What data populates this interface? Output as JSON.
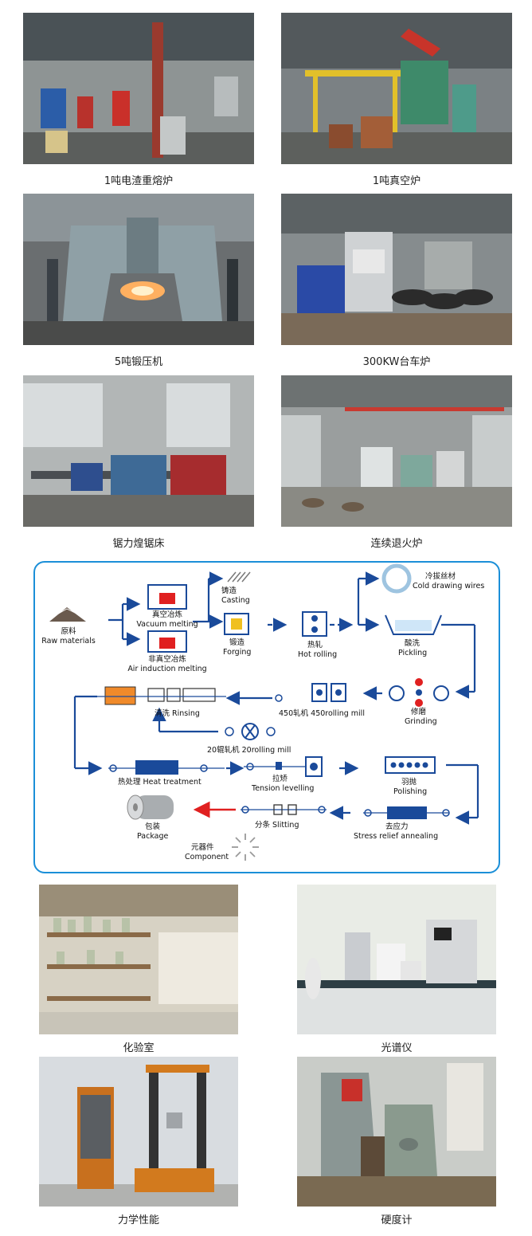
{
  "photos": [
    {
      "caption": "1吨电渣重熔炉",
      "icon": "electroslag-furnace-photo"
    },
    {
      "caption": "1吨真空炉",
      "icon": "vacuum-furnace-photo"
    },
    {
      "caption": "5吨锻压机",
      "icon": "forging-press-photo"
    },
    {
      "caption": "300KW台车炉",
      "icon": "bogie-furnace-photo"
    },
    {
      "caption": "锯力煌锯床",
      "icon": "sawing-machine-photo"
    },
    {
      "caption": "连续退火炉",
      "icon": "annealing-furnace-photo"
    }
  ],
  "process": {
    "raw_cn": "原料",
    "raw_en": "Raw materials",
    "vacuum_cn": "真空冶炼",
    "vacuum_en": "Vacuum melting",
    "air_cn": "非真空冶炼",
    "air_en": "Air induction melting",
    "casting_cn": "铸造",
    "casting_en": "Casting",
    "forging_cn": "锻造",
    "forging_en": "Forging",
    "hot_cn": "热轧",
    "hot_en": "Hot rolling",
    "cold_cn": "冷拔丝材",
    "cold_en": "Cold drawing wires",
    "pickling_cn": "酸洗",
    "pickling_en": "Pickling",
    "grinding_cn": "修磨",
    "grinding_en": "Grinding",
    "mill450": "450轧机  450rolling mill",
    "rinsing": "清洗 Rinsing",
    "mill20": "20辊轧机 20rolling mill",
    "heat": "热处理  Heat treatment",
    "tension_cn": "拉矫",
    "tension_en": "Tension levelling",
    "polish_cn": "羽抛",
    "polish_en": "Polishing",
    "stress_cn": "去应力",
    "stress_en": "Stress relief annealing",
    "slitting": "分条 Slitting",
    "package_cn": "包装",
    "package_en": "Package",
    "component_cn": "元器件",
    "component_en": "Component",
    "arrow_color": "#1a4a9a",
    "accent_red": "#e02020"
  },
  "labs": [
    {
      "caption": "化验室",
      "icon": "chemistry-lab-photo"
    },
    {
      "caption": "光谱仪",
      "icon": "spectrometer-photo"
    },
    {
      "caption": "力学性能",
      "icon": "tensile-tester-photo"
    },
    {
      "caption": "硬度计",
      "icon": "hardness-tester-photo"
    }
  ]
}
